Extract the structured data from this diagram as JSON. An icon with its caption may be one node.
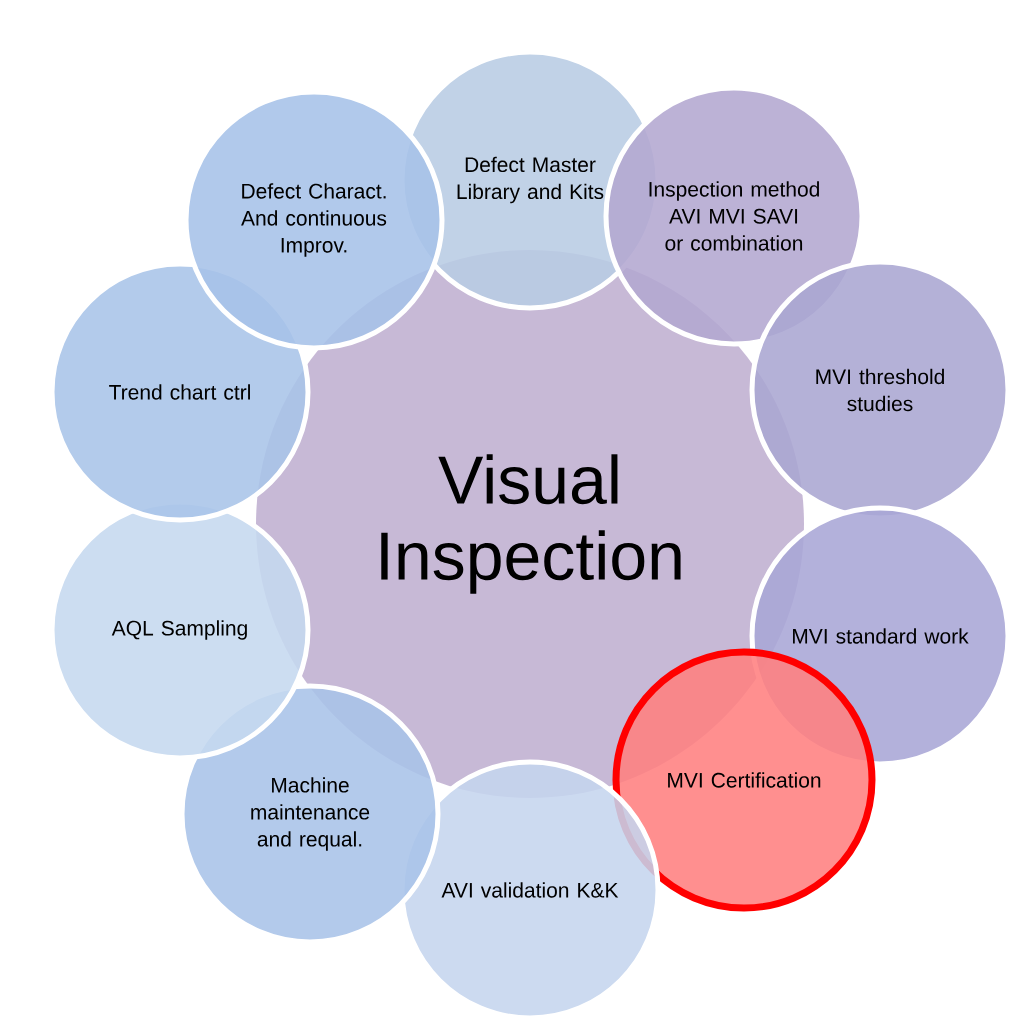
{
  "diagram": {
    "nodes": [
      {
        "text": [
          "Visual Inspection"
        ]
      },
      {
        "text": [
          "Defect Master Library and Kits"
        ]
      },
      {
        "text": [
          "Inspection method AVI MVI SAVI or combination"
        ]
      },
      {
        "text": [
          "MVI threshold studies"
        ]
      },
      {
        "text": [
          "MVI standard work"
        ]
      },
      {
        "text": [
          "MVI Certification"
        ]
      },
      {
        "text": [
          "AVI validation K&K"
        ]
      },
      {
        "text": [
          "Machine maintenance and requal."
        ]
      },
      {
        "text": [
          "AQL Sampling"
        ]
      },
      {
        "text": [
          "Trend chart ctrl"
        ]
      },
      {
        "text": [
          "Defect Charact. And continuous Improv."
        ]
      }
    ]
  }
}
